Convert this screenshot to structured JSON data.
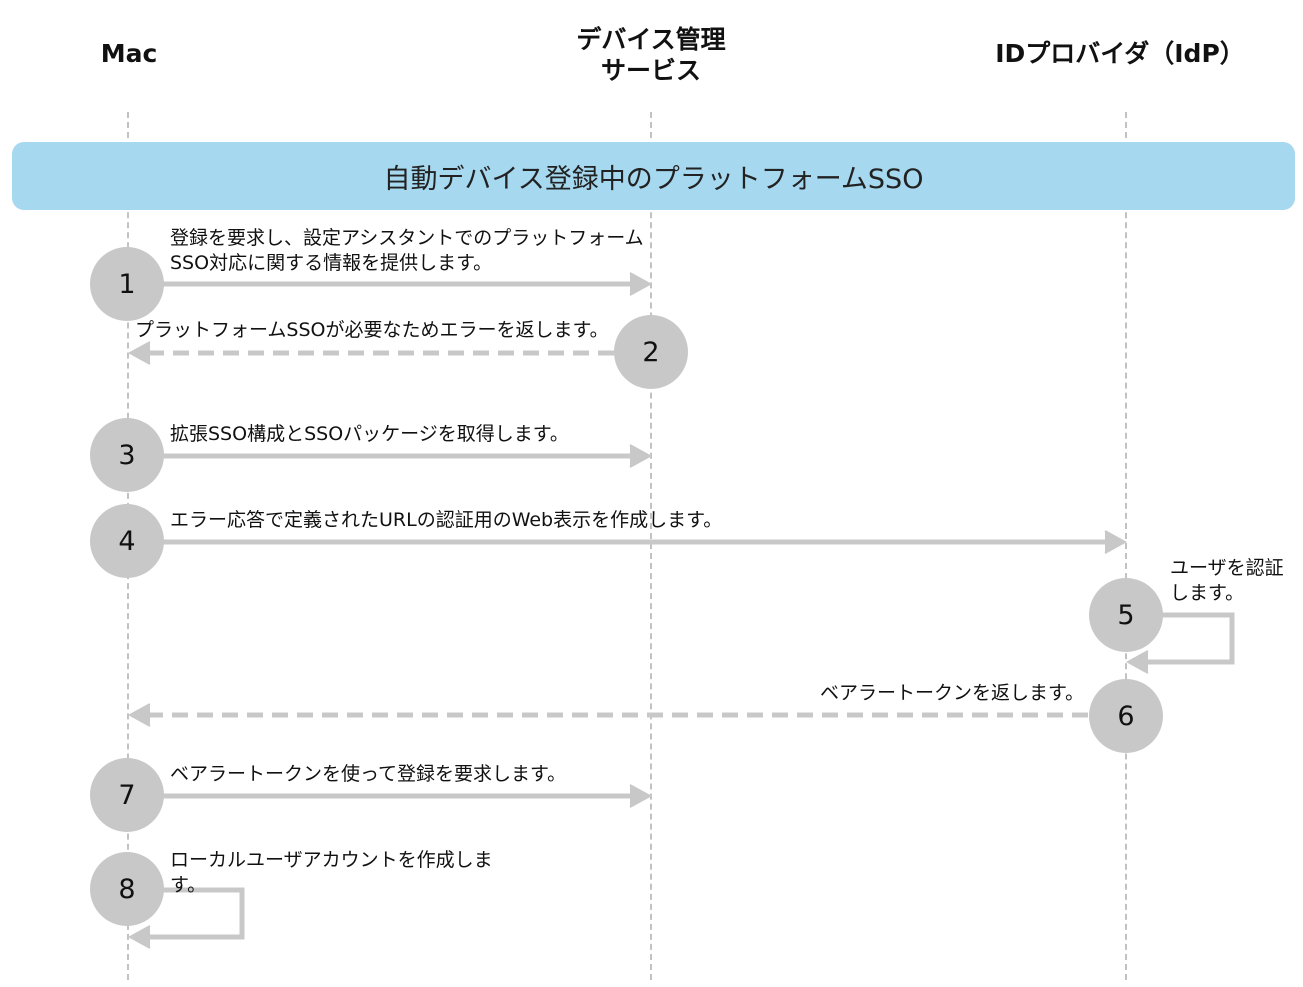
{
  "lanes": {
    "mac": "Mac",
    "mdm_line1": "デバイス管理",
    "mdm_line2": "サービス",
    "idp": "IDプロバイダ（IdP）"
  },
  "banner": "自動デバイス登録中のプラットフォームSSO",
  "steps": [
    {
      "num": "1",
      "line1": "登録を要求し、設定アシスタントでのプラットフォーム",
      "line2": "SSO対応に関する情報を提供します。"
    },
    {
      "num": "2",
      "line1": "プラットフォームSSOが必要なためエラーを返します。"
    },
    {
      "num": "3",
      "line1": "拡張SSO構成とSSOパッケージを取得します。"
    },
    {
      "num": "4",
      "line1": "エラー応答で定義されたURLの認証用のWeb表示を作成します。"
    },
    {
      "num": "5",
      "line1": "ユーザを認証",
      "line2": "します。"
    },
    {
      "num": "6",
      "line1": "ベアラートークンを返します。"
    },
    {
      "num": "7",
      "line1": "ベアラートークンを使って登録を要求します。"
    },
    {
      "num": "8",
      "line1": "ローカルユーザアカウントを作成しま",
      "line2": "す。"
    }
  ],
  "colors": {
    "banner": "#a6d8ef",
    "arrow": "#c8c8c8",
    "circle": "#c8c8c8",
    "lifeline": "#c2c2c2"
  }
}
